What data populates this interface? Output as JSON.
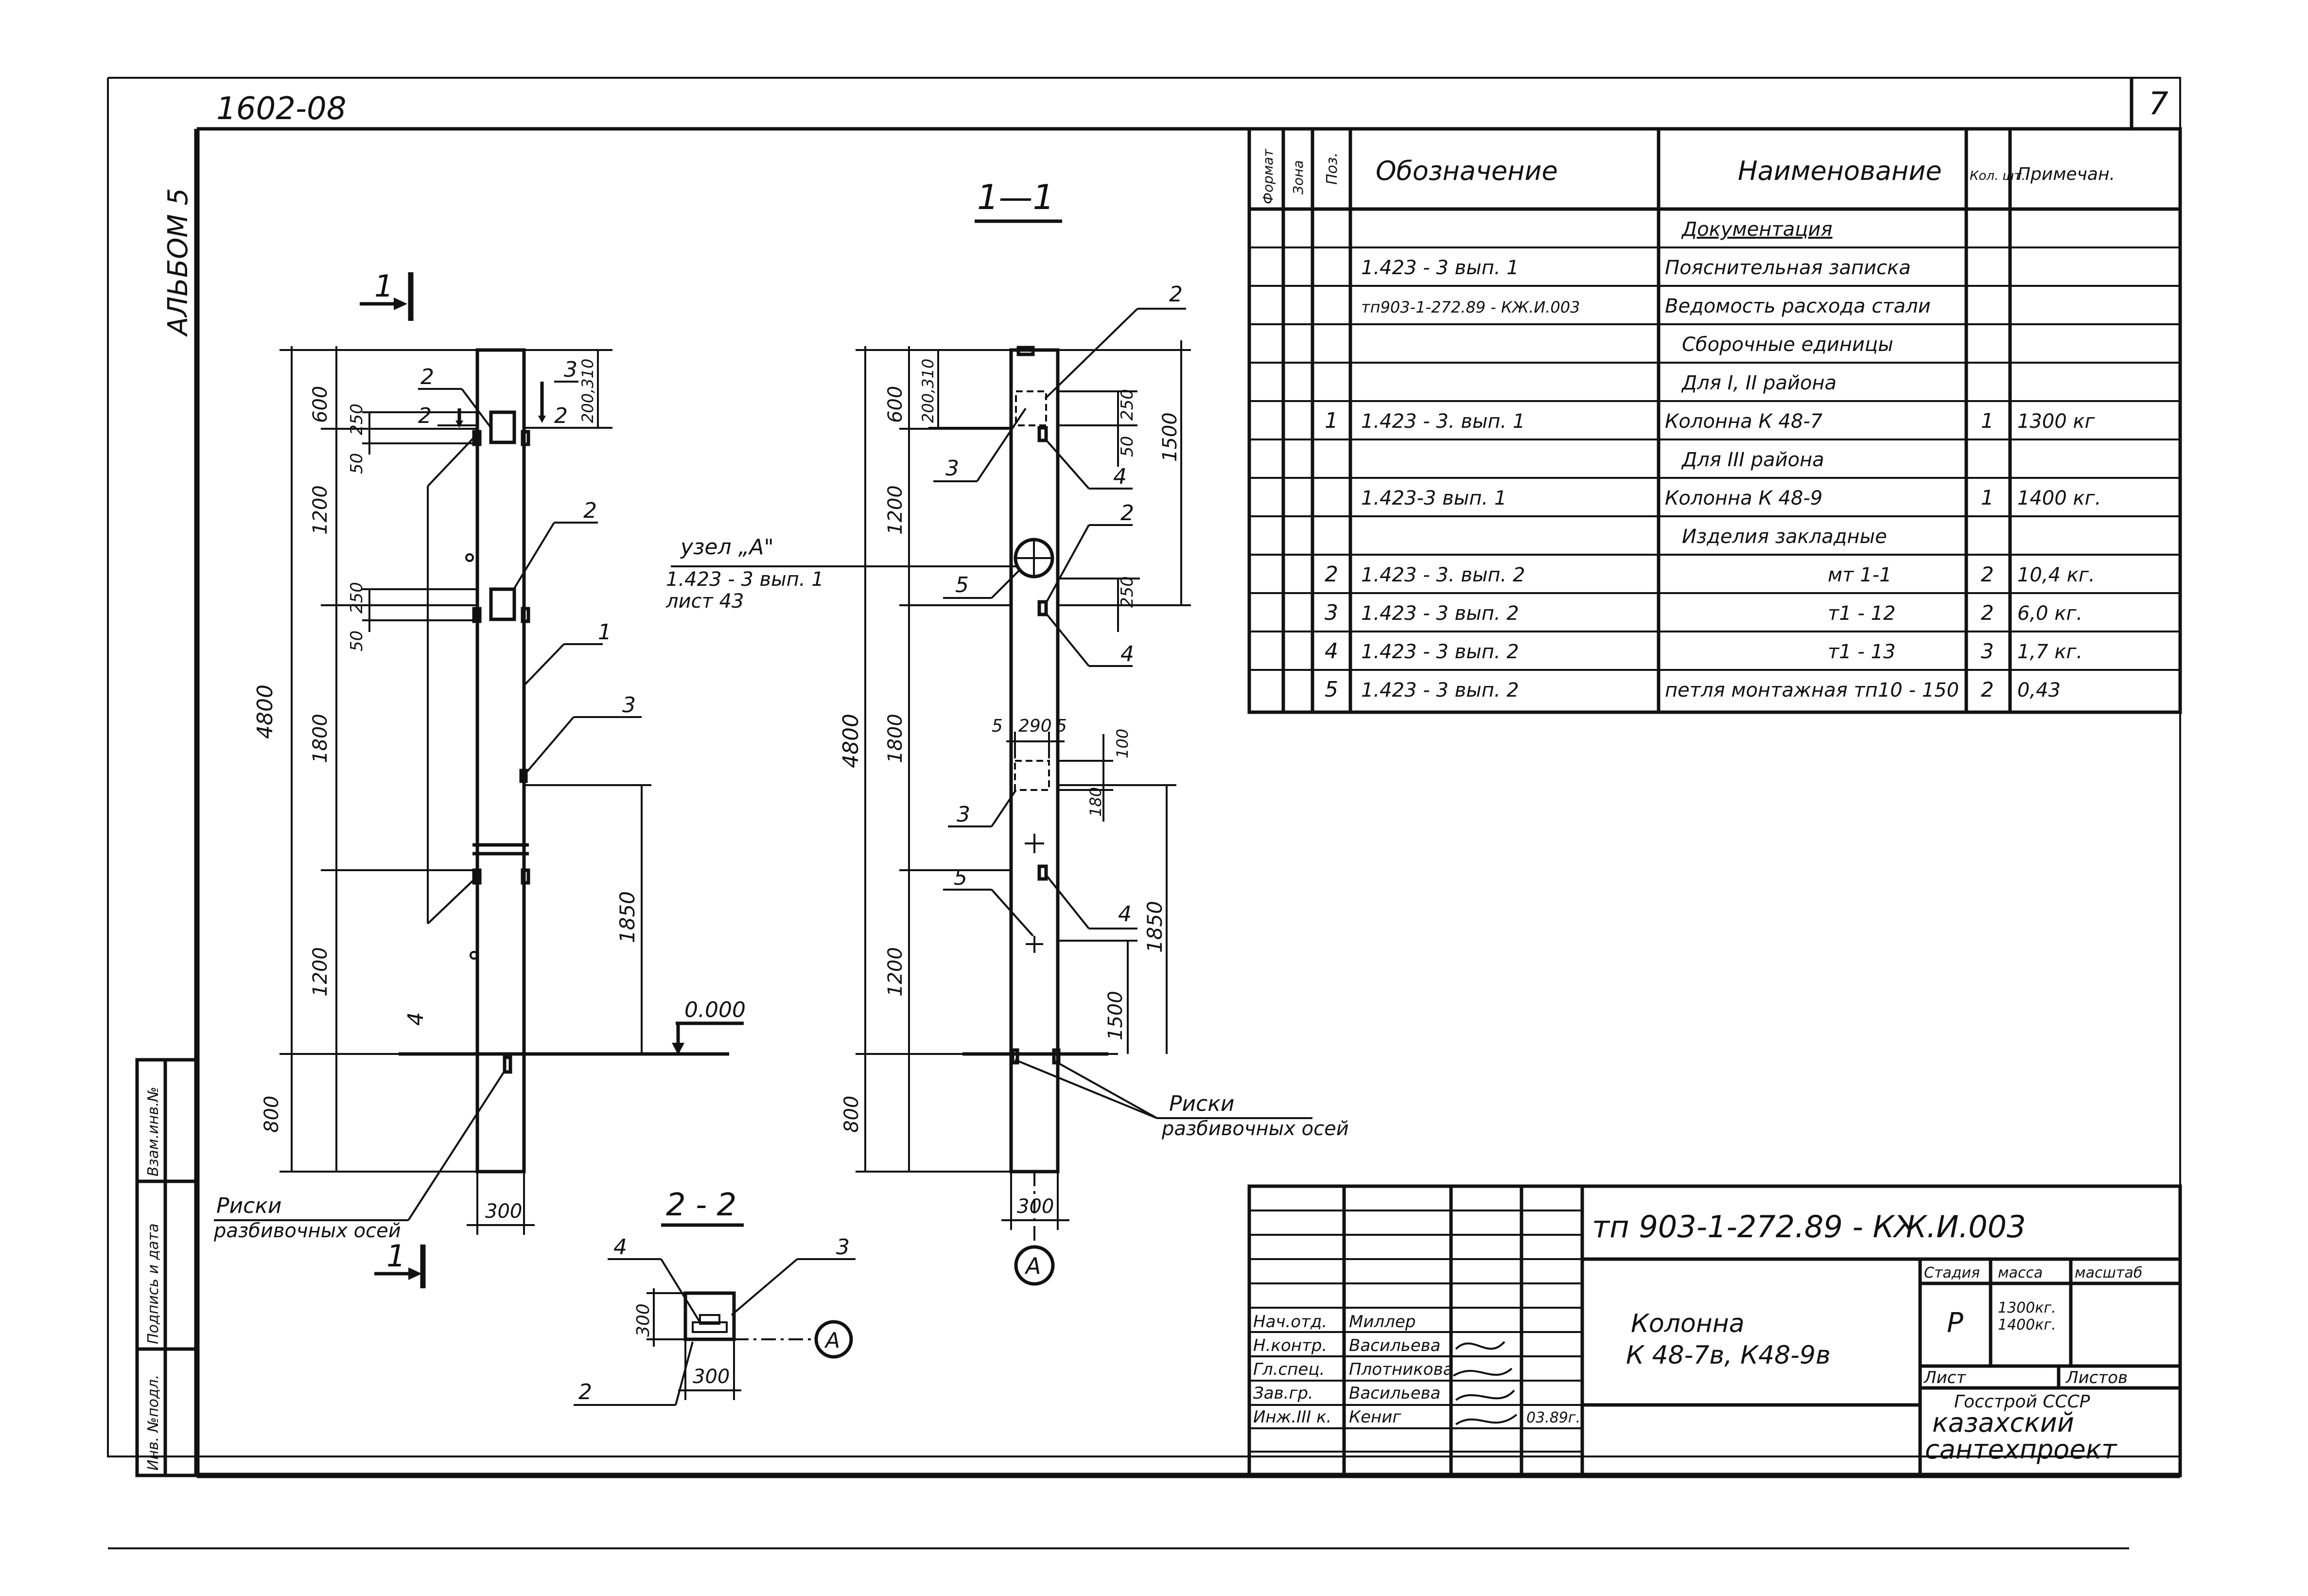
{
  "sheet": {
    "top_code": "1602-08",
    "album": "АЛЬБОМ 5",
    "sheet_number": "7"
  },
  "side_stamp": [
    "Инв. №подл.",
    "Подпись и дата",
    "Взам.инв.№"
  ],
  "left_view": {
    "dims_total": "4800",
    "dims_chain": [
      "600",
      "1200",
      "1800",
      "1200",
      "800"
    ],
    "dim_250_a": "250",
    "dim_50_a": "50",
    "dim_250_b": "250",
    "dim_50_b": "50",
    "dim_200_310": "200,310",
    "dim_1850": "1850",
    "dim_300": "300",
    "level": "0.000",
    "section_mark": "1",
    "callouts": [
      "2",
      "2",
      "3",
      "2",
      "1",
      "3",
      "4",
      "2"
    ],
    "risks_label": [
      "Риски",
      "разбивочных осей"
    ]
  },
  "right_view": {
    "title": "1—1",
    "dims_total": "4800",
    "dims_chain": [
      "600",
      "1200",
      "1800",
      "1200",
      "800"
    ],
    "dim_200_310": "200,310",
    "dim_250": "250",
    "dim_50": "50",
    "dim_1500_top": "1500",
    "dim_250_b": "250",
    "dim_290": "290",
    "dim_5a": "5",
    "dim_5b": "5",
    "dim_100": "100",
    "dim_180": "180",
    "dim_1850": "1850",
    "dim_1500": "1500",
    "dim_300": "300",
    "axis": "А",
    "callouts": [
      "2",
      "3",
      "4",
      "5",
      "2",
      "4",
      "3",
      "5",
      "4"
    ],
    "node_label": [
      "узел „А\"",
      "1.423 - 3 вып. 1",
      "лист 43"
    ],
    "risks_label": [
      "Риски",
      "разбивочных осей"
    ]
  },
  "section_22": {
    "title": "2 - 2",
    "dim_300_v": "300",
    "dim_300_h": "300",
    "axis": "А",
    "callouts": [
      "4",
      "3",
      "2"
    ]
  },
  "spec_table": {
    "headers": [
      "Формат",
      "Зона",
      "Поз.",
      "Обозначение",
      "Наименование",
      "Кол. шт.",
      "Примечан."
    ],
    "rows": [
      {
        "pos": "",
        "code": "",
        "name": "Документация",
        "qty": "",
        "note": "",
        "heading": true
      },
      {
        "pos": "",
        "code": "1.423 - 3 вып. 1",
        "name": "Пояснительная записка",
        "qty": "",
        "note": ""
      },
      {
        "pos": "",
        "code": "тп903-1-272.89 - КЖ.И.003",
        "name": "Ведомость расхода стали",
        "qty": "",
        "note": ""
      },
      {
        "pos": "",
        "code": "",
        "name": "Сборочные единицы",
        "qty": "",
        "note": "",
        "heading": true
      },
      {
        "pos": "",
        "code": "",
        "name": "Для I, II района",
        "qty": "",
        "note": "",
        "heading": true
      },
      {
        "pos": "1",
        "code": "1.423 - 3. вып. 1",
        "name": "Колонна К 48-7",
        "qty": "1",
        "note": "1300 кг"
      },
      {
        "pos": "",
        "code": "",
        "name": "Для III района",
        "qty": "",
        "note": "",
        "heading": true
      },
      {
        "pos": "",
        "code": "1.423-3 вып. 1",
        "name": "Колонна К 48-9",
        "qty": "1",
        "note": "1400 кг."
      },
      {
        "pos": "",
        "code": "",
        "name": "Изделия закладные",
        "qty": "",
        "note": "",
        "heading": true
      },
      {
        "pos": "2",
        "code": "1.423 - 3. вып. 2",
        "name": "мт 1-1",
        "qty": "2",
        "note": "10,4 кг."
      },
      {
        "pos": "3",
        "code": "1.423 - 3 вып. 2",
        "name": "т1 - 12",
        "qty": "2",
        "note": "6,0 кг."
      },
      {
        "pos": "4",
        "code": "1.423 - 3 вып. 2",
        "name": "т1 - 13",
        "qty": "3",
        "note": "1,7 кг."
      },
      {
        "pos": "5",
        "code": "1.423 - 3 вып. 2",
        "name": "петля монтажная тп10 - 150",
        "qty": "2",
        "note": "0,43"
      }
    ]
  },
  "title_block": {
    "doc_code": "тп 903-1-272.89 - КЖ.И.003",
    "object_name": [
      "Колонна",
      "К 48-7в, К48-9в"
    ],
    "stage_label": "Стадия",
    "mass_label": "масса",
    "scale_label": "масштаб",
    "stage": "Р",
    "mass": [
      "1300кг.",
      "1400кг."
    ],
    "sheet_label": "Лист",
    "sheets_label": "Листов",
    "org": [
      "Госстрой СССР",
      "казахский",
      "сантехпроект"
    ],
    "roles": [
      {
        "role": "Нач.отд.",
        "name": "Миллер"
      },
      {
        "role": "Н.контр.",
        "name": "Васильева"
      },
      {
        "role": "Гл.спец.",
        "name": "Плотникова"
      },
      {
        "role": "Зав.гр.",
        "name": "Васильева"
      },
      {
        "role": "Инж.III к.",
        "name": "Кениг",
        "date": "03.89г."
      }
    ]
  }
}
